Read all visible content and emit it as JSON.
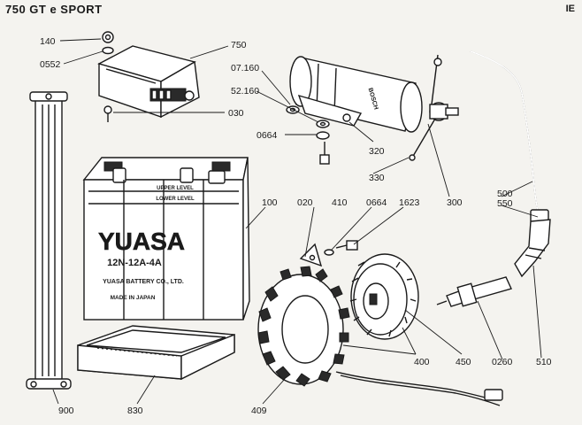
{
  "header": {
    "title": "750 GT e SPORT",
    "corner_code": "IE"
  },
  "battery": {
    "brand": "YUASA",
    "model": "12N-12A-4A",
    "upper_level": "UPPER LEVEL",
    "lower_level": "LOWER LEVEL",
    "maker": "YUASA BATTERY CO., LTD.",
    "made_in": "MADE IN JAPAN"
  },
  "coil_text": "BOSCH",
  "parts": [
    {
      "id": "p140",
      "label": "140"
    },
    {
      "id": "p0552",
      "label": "0552"
    },
    {
      "id": "p750",
      "label": "750"
    },
    {
      "id": "p07160",
      "label": "07.160"
    },
    {
      "id": "p52160",
      "label": "52.160"
    },
    {
      "id": "p030",
      "label": "030"
    },
    {
      "id": "p0664a",
      "label": "0664"
    },
    {
      "id": "p320",
      "label": "320"
    },
    {
      "id": "p330",
      "label": "330"
    },
    {
      "id": "p300",
      "label": "300"
    },
    {
      "id": "p500",
      "label": "500"
    },
    {
      "id": "p550",
      "label": "550"
    },
    {
      "id": "p100",
      "label": "100"
    },
    {
      "id": "p020",
      "label": "020"
    },
    {
      "id": "p410",
      "label": "410"
    },
    {
      "id": "p0664b",
      "label": "0664"
    },
    {
      "id": "p1623",
      "label": "1623"
    },
    {
      "id": "p400",
      "label": "400"
    },
    {
      "id": "p450",
      "label": "450"
    },
    {
      "id": "p0260",
      "label": "0260"
    },
    {
      "id": "p510",
      "label": "510"
    },
    {
      "id": "p409",
      "label": "409"
    },
    {
      "id": "p830",
      "label": "830"
    },
    {
      "id": "p900",
      "label": "900"
    }
  ]
}
